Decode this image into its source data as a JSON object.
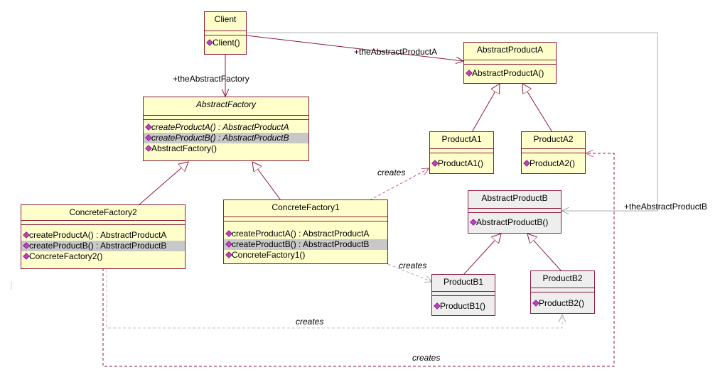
{
  "classes": {
    "client": {
      "name": "Client",
      "ops": [
        "Client()"
      ]
    },
    "abstract_factory": {
      "name": "AbstractFactory",
      "ops": [
        "createProductA() : AbstractProductA",
        "createProductB() : AbstractProductB",
        "AbstractFactory()"
      ]
    },
    "concrete_factory1": {
      "name": "ConcreteFactory1",
      "ops": [
        "createProductA() : AbstractProductA",
        "createProductB() : AbstractProductB",
        "ConcreteFactory1()"
      ]
    },
    "concrete_factory2": {
      "name": "ConcreteFactory2",
      "ops": [
        "createProductA() : AbstractProductA",
        "createProductB() : AbstractProductB",
        "ConcreteFactory2()"
      ]
    },
    "abstract_product_a": {
      "name": "AbstractProductA",
      "ops": [
        "AbstractProductA()"
      ]
    },
    "product_a1": {
      "name": "ProductA1",
      "ops": [
        "ProductA1()"
      ]
    },
    "product_a2": {
      "name": "ProductA2",
      "ops": [
        "ProductA2()"
      ]
    },
    "abstract_product_b": {
      "name": "AbstractProductB",
      "ops": [
        "AbstractProductB()"
      ]
    },
    "product_b1": {
      "name": "ProductB1",
      "ops": [
        "ProductB1()"
      ]
    },
    "product_b2": {
      "name": "ProductB2",
      "ops": [
        "ProductB2()"
      ]
    }
  },
  "labels": {
    "the_abstract_factory": "+theAbstractFactory",
    "the_abstract_product_a": "+theAbstractProductA",
    "the_abstract_product_b": "+theAbstractProductB",
    "creates": "creates"
  },
  "colors": {
    "border": "#8b1a3a",
    "class_fill": "#ffffcc",
    "gray_fill": "#eeeeee",
    "dependency": "#e0a0a0",
    "op_marker": "#c040c0"
  }
}
